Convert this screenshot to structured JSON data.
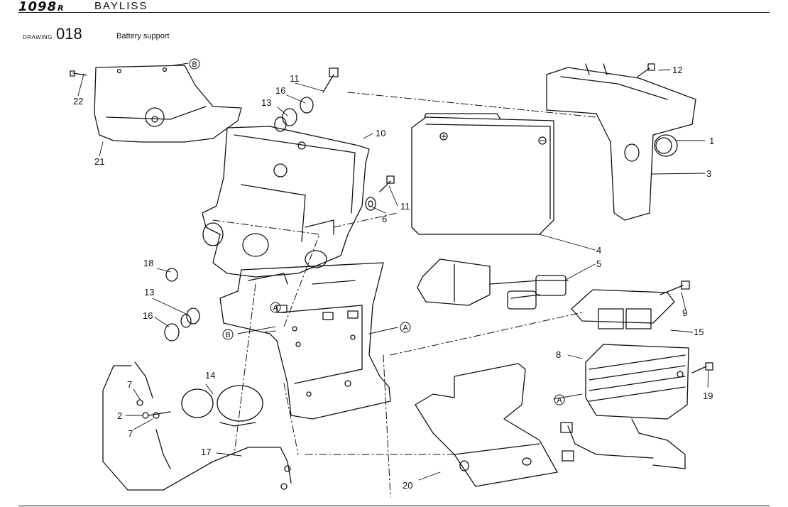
{
  "header": {
    "model_code": "1098",
    "model_suffix": "R",
    "model_name": "BAYLISS"
  },
  "drawing": {
    "label": "DRAWING",
    "number": "018",
    "title": "Battery support"
  },
  "callouts": [
    "1",
    "2",
    "3",
    "4",
    "5",
    "6",
    "7",
    "7",
    "8",
    "9",
    "10",
    "11",
    "11",
    "12",
    "13",
    "13",
    "14",
    "15",
    "16",
    "16",
    "17",
    "18",
    "19",
    "20",
    "21",
    "22"
  ],
  "reference_marks": [
    "A",
    "A",
    "A",
    "B",
    "B"
  ]
}
